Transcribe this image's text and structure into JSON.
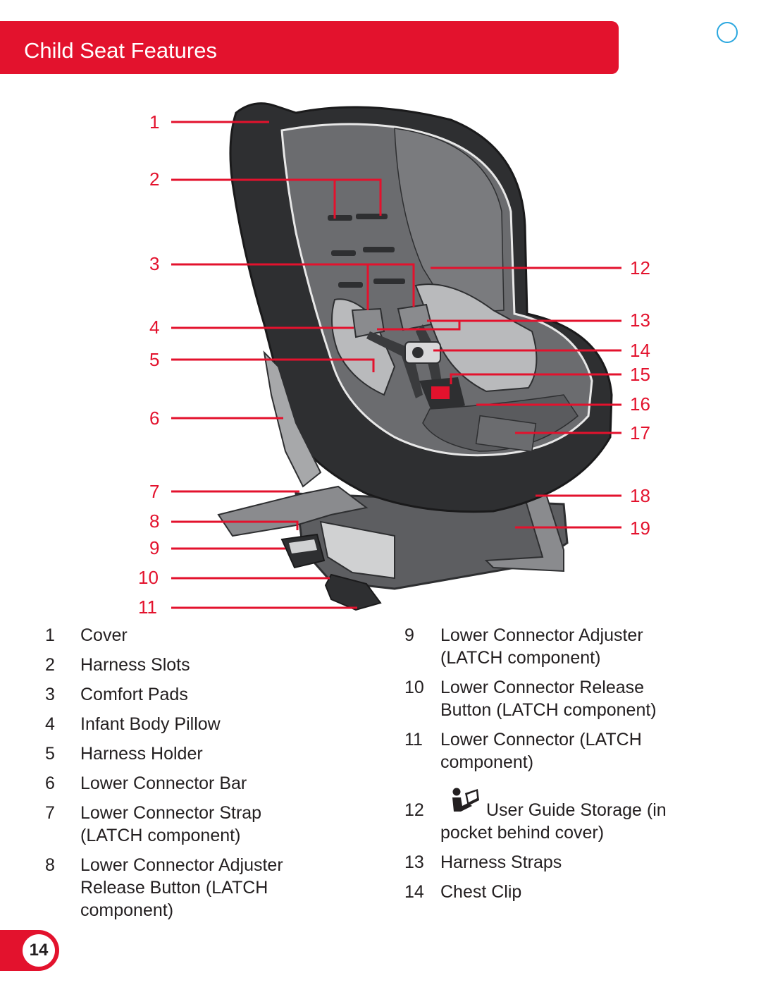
{
  "header": {
    "title": "Child Seat Features"
  },
  "callouts": [
    "1",
    "2",
    "3",
    "4",
    "5",
    "6",
    "7",
    "8",
    "9",
    "10",
    "11",
    "12",
    "13",
    "14",
    "15",
    "16",
    "17",
    "18",
    "19"
  ],
  "legend_left": [
    {
      "num": "1",
      "lines": [
        "Cover"
      ]
    },
    {
      "num": "2",
      "lines": [
        "Harness Slots"
      ]
    },
    {
      "num": "3",
      "lines": [
        "Comfort Pads"
      ]
    },
    {
      "num": "4",
      "lines": [
        "Infant Body Pillow"
      ]
    },
    {
      "num": "5",
      "lines": [
        "Harness Holder"
      ]
    },
    {
      "num": "6",
      "lines": [
        "Lower Connector Bar"
      ]
    },
    {
      "num": "7",
      "lines": [
        "Lower Connector Strap",
        "(LATCH component)"
      ]
    },
    {
      "num": "8",
      "lines": [
        "Lower Connector Adjuster",
        "Release Button (LATCH",
        "component)"
      ]
    }
  ],
  "legend_right": [
    {
      "num": "9",
      "lines": [
        "Lower Connector Adjuster",
        "(LATCH component)"
      ]
    },
    {
      "num": "10",
      "lines": [
        "Lower Connector Release",
        "Button (LATCH component)"
      ]
    },
    {
      "num": "11",
      "lines": [
        "Lower Connector (LATCH",
        "component)"
      ]
    },
    {
      "num": "12",
      "lines": [
        "User Guide Storage (in",
        "pocket behind cover)"
      ]
    },
    {
      "num": "13",
      "lines": [
        "Harness Straps"
      ]
    },
    {
      "num": "14",
      "lines": [
        "Chest Clip"
      ]
    }
  ],
  "page_number": "14",
  "colors": {
    "accent": "#e3122d",
    "circle": "#2aa7df",
    "seat_dark": "#2e2f31",
    "seat_mid": "#6b6c6f",
    "seat_light": "#b9babc"
  },
  "icons": {
    "manual": "reading-manual-icon"
  }
}
